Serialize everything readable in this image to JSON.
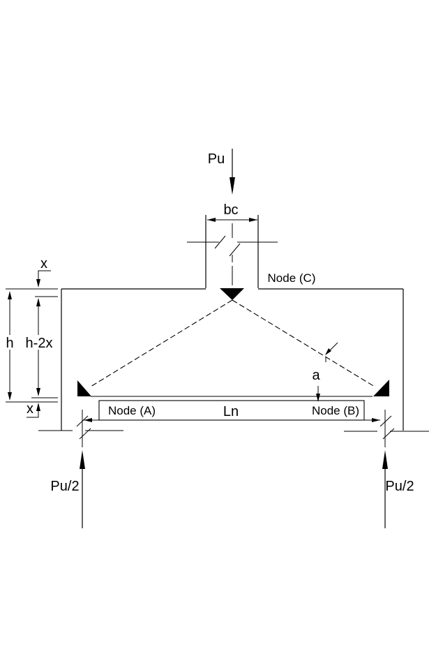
{
  "diagram": {
    "labels": {
      "pu": "Pu",
      "bc": "bc",
      "node_c": "Node (C)",
      "x_top": "x",
      "h": "h",
      "h_minus_2x": "h-2x",
      "x_bottom": "x",
      "angle": "a",
      "node_a": "Node (A)",
      "ln": "Ln",
      "node_b": "Node (B)",
      "pu_half_left": "Pu/2",
      "pu_half_right": "Pu/2"
    },
    "colors": {
      "line": "#000000",
      "background": "#ffffff"
    }
  }
}
